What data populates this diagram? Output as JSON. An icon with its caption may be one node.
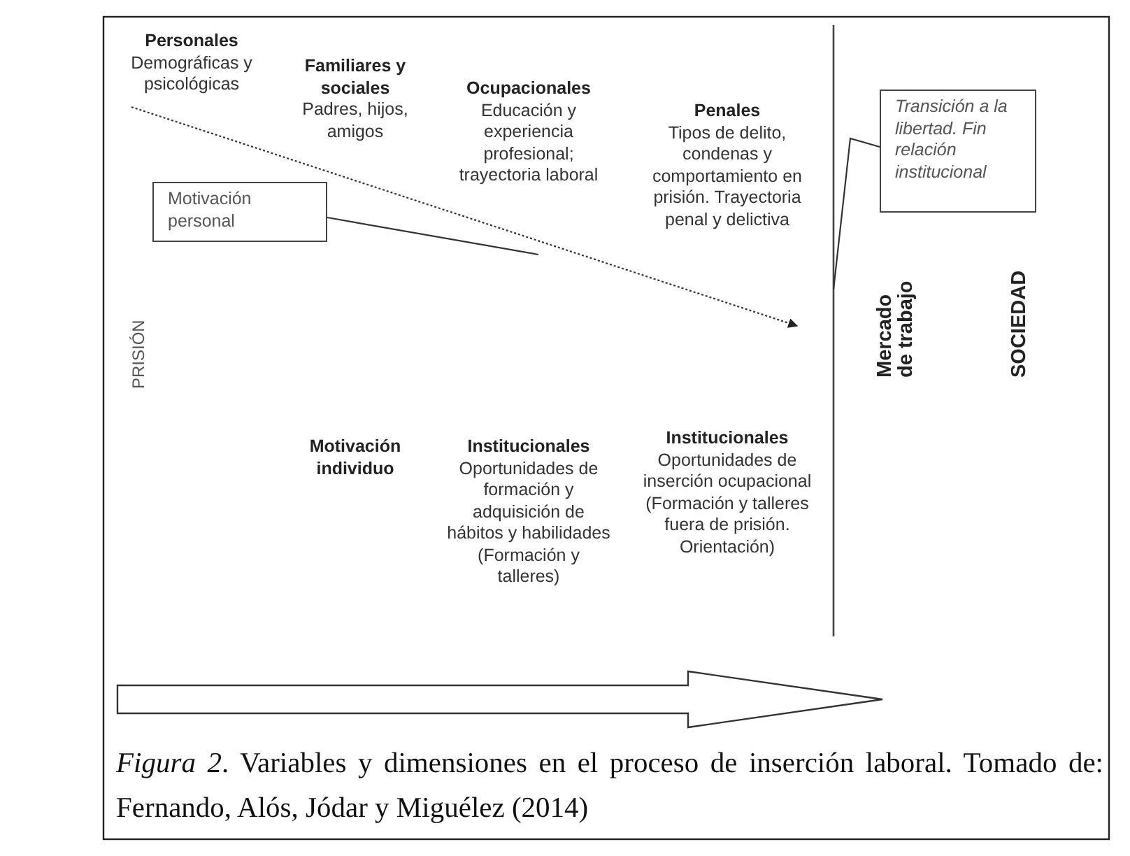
{
  "diagram": {
    "caption": "*Figura 2*. Variables y dimensiones en el proceso de inserción laboral. Tomado de: Fernando, Alós, Jódar y Miguélez (2014)",
    "nodes": [
      {
        "text": [
          "Personales",
          "Demográficas y psicológicas"
        ]
      },
      {
        "text": [
          "Familiares y sociales",
          "Padres, hijos, amigos"
        ]
      },
      {
        "text": [
          "Ocupacionales",
          "Educación y experiencia profesional; trayectoria laboral"
        ]
      },
      {
        "text": [
          "Penales",
          "Tipos de delito, condenas y comportamiento en prisión. Trayectoria penal y delictiva"
        ]
      },
      {
        "text": [
          "Motivación personal"
        ]
      },
      {
        "text": [
          "Transición a la libertad. Fin relación institucional"
        ]
      },
      {
        "text": [
          "Motivación individuo"
        ]
      },
      {
        "text": [
          "Institucionales",
          "Oportunidades de formación y adquisición de hábitos y habilidades (Formación y talleres)"
        ]
      },
      {
        "text": [
          "Institucionales",
          "Oportunidades de inserción ocupacional (Formación y talleres fuera de prisión. Orientación)"
        ]
      }
    ],
    "edges": [
      {
        "from": 0,
        "to": null,
        "arrow": "to",
        "style": "dashed"
      },
      {
        "from": 4,
        "to": null,
        "arrow": "none"
      },
      {
        "from": 5,
        "to": null,
        "arrow": "none"
      }
    ],
    "labels": [
      "PRISIÓN",
      "Mercado de trabajo",
      "SOCIEDAD"
    ]
  }
}
